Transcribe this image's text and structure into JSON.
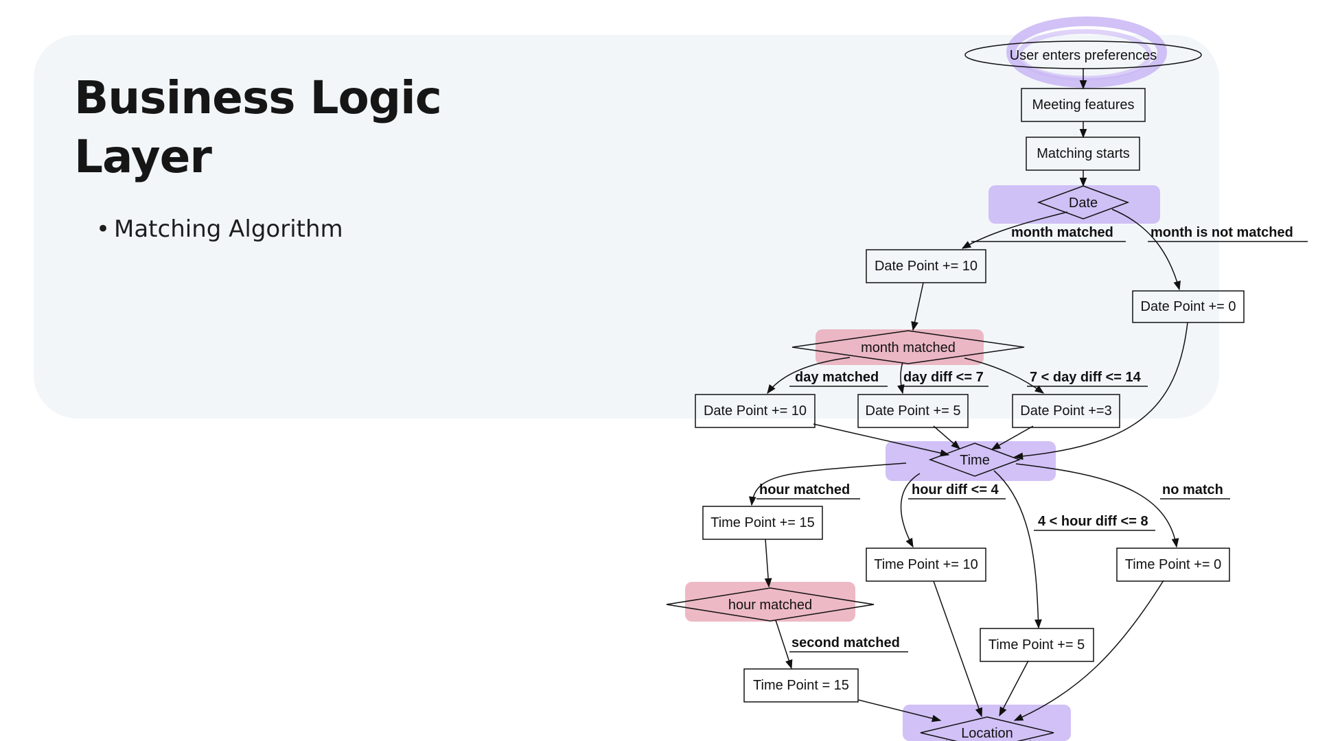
{
  "slide": {
    "title": "Business Logic Layer",
    "bullets": [
      "Matching Algorithm"
    ]
  },
  "flow": {
    "nodes": {
      "start": "User enters preferences",
      "meeting": "Meeting features",
      "matching": "Matching starts",
      "date": "Date",
      "dp10": "Date Point += 10",
      "dp0": "Date Point += 0",
      "month_matched": "month matched",
      "dp10b": "Date Point += 10",
      "dp5": "Date Point += 5",
      "dp3": "Date Point +=3",
      "time": "Time",
      "tp15": "Time Point += 15",
      "tp10": "Time Point += 10",
      "tp0": "Time Point += 0",
      "hour_matched": "hour matched",
      "tp5": "Time Point += 5",
      "tp15eq": "Time Point = 15",
      "location": "Location"
    },
    "edge_labels": {
      "month_matched": "month matched",
      "month_not_matched": "month is not matched",
      "day_matched": "day matched",
      "day_diff_7": "day diff <= 7",
      "day_diff_14": "7 < day diff <= 14",
      "hour_matched": "hour matched",
      "hour_diff_4": "hour diff <= 4",
      "no_match": "no match",
      "hour_diff_8": "4 < hour diff <= 8",
      "second_matched": "second matched"
    },
    "highlight_colors": {
      "purple": "#c9b6f5",
      "pink": "#e8a7b6"
    }
  }
}
